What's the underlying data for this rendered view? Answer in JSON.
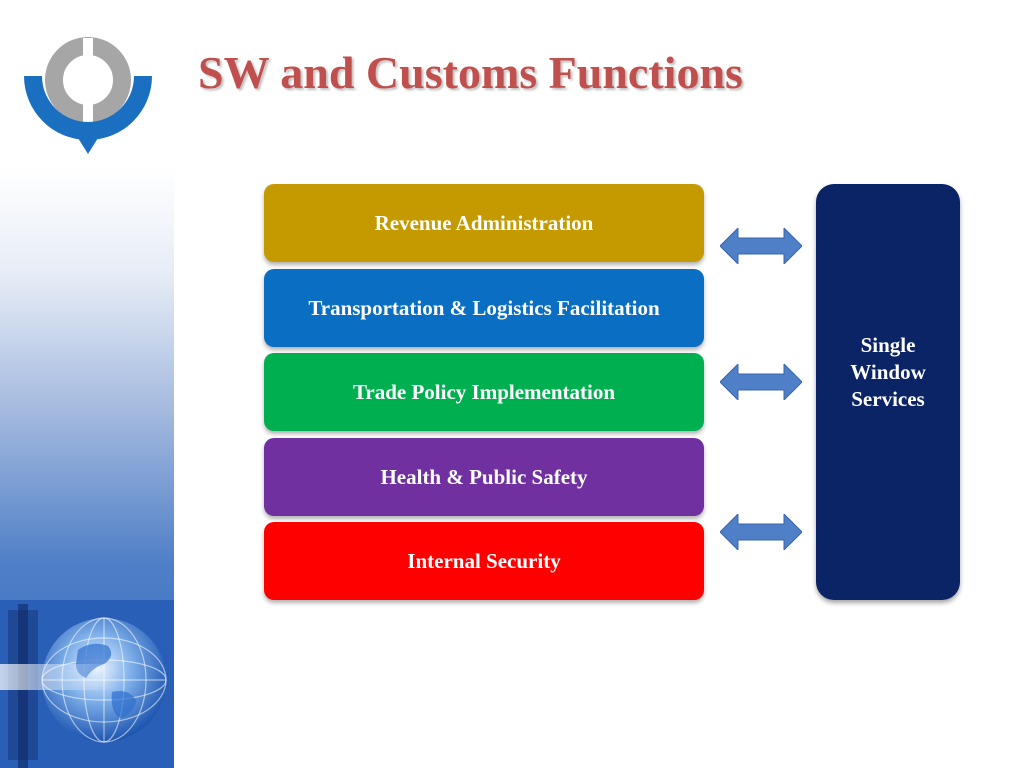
{
  "slide": {
    "title": "SW and Customs Functions"
  },
  "functions": [
    {
      "label": "Revenue Administration",
      "color": "#c49a00"
    },
    {
      "label": "Transportation & Logistics Facilitation",
      "color": "#0a6fc2"
    },
    {
      "label": "Trade Policy Implementation",
      "color": "#00b050"
    },
    {
      "label": "Health & Public Safety",
      "color": "#7030a0"
    },
    {
      "label": "Internal Security",
      "color": "#ff0000"
    }
  ],
  "single_window": {
    "lines": [
      "Single",
      "Window",
      "Services"
    ],
    "color": "#0b2466"
  },
  "colors": {
    "title": "#c0504d",
    "arrow": "#4f7fc7",
    "logo_blue": "#1a6fc0",
    "logo_gray": "#a6a6a6"
  },
  "icons": {
    "logo": "organization-logo",
    "arrows": "double-headed-arrow",
    "decoration": "globe-icon"
  }
}
